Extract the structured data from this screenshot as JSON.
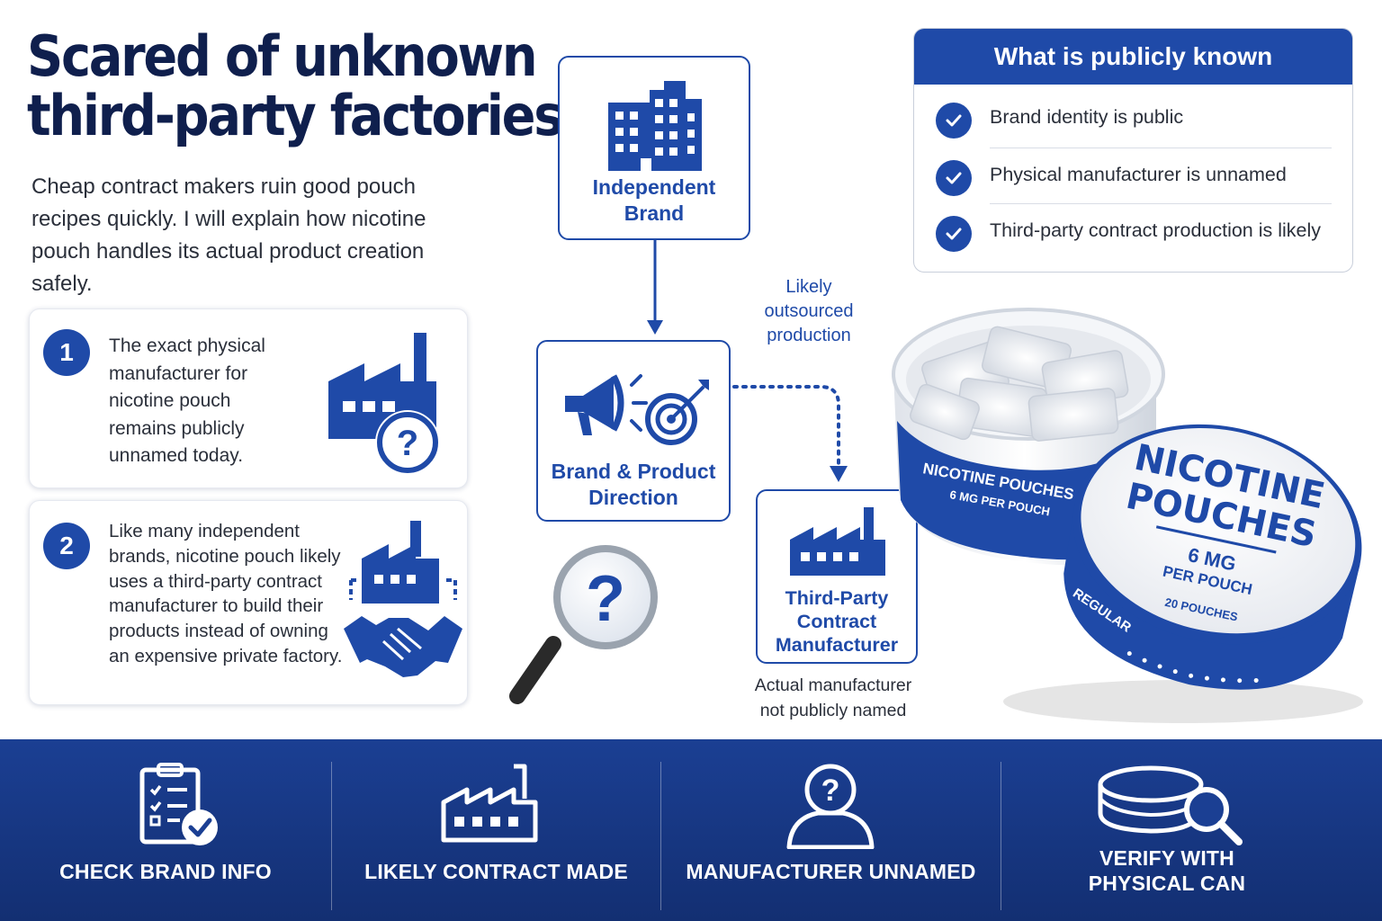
{
  "headline": {
    "line1": "Scared of unknown",
    "line2": "third-party factories?"
  },
  "intro": "Cheap contract makers ruin good pouch recipes quickly. I will explain how nicotine pouch handles its actual product creation safely.",
  "cards": [
    {
      "number": "1",
      "text": "The exact physical manufacturer for nicotine pouch remains publicly unnamed today.",
      "icon": "factory-question-icon"
    },
    {
      "number": "2",
      "text": "Like many independent brands, nicotine pouch likely uses a third-party contract manufacturer to build their products instead of owning an expensive private factory.",
      "icon": "factory-handshake-icon"
    }
  ],
  "flow": {
    "brand_line1": "Independent",
    "brand_line2": "Brand",
    "direction_line1": "Brand & Product",
    "direction_line2": "Direction",
    "outsourced_line1": "Likely",
    "outsourced_line2": "outsourced",
    "outsourced_line3": "production",
    "manufacturer_line1": "Third-Party",
    "manufacturer_line2": "Contract",
    "manufacturer_line3": "Manufacturer",
    "footnote_line1": "Actual manufacturer",
    "footnote_line2": "not publicly named"
  },
  "known": {
    "title": "What is publicly known",
    "items": [
      "Brand identity is public",
      "Physical manufacturer is unnamed",
      "Third-party contract production is likely"
    ]
  },
  "product": {
    "lid_line1": "NICOTINE",
    "lid_line2": "POUCHES",
    "lid_strength": "6 MG",
    "lid_per": "PER POUCH",
    "lid_count": "20 POUCHES",
    "rim_label": "REGULAR",
    "side_line1": "NICOTINE POUCHES",
    "side_line2": "6 MG PER POUCH"
  },
  "bottom": [
    {
      "label_line1": "CHECK BRAND INFO",
      "label_line2": "",
      "icon": "clipboard-check-icon"
    },
    {
      "label_line1": "LIKELY CONTRACT MADE",
      "label_line2": "",
      "icon": "factory-icon"
    },
    {
      "label_line1": "MANUFACTURER UNNAMED",
      "label_line2": "",
      "icon": "unknown-person-icon"
    },
    {
      "label_line1": "VERIFY WITH",
      "label_line2": "PHYSICAL CAN",
      "icon": "can-magnifier-icon"
    }
  ],
  "colors": {
    "brand_blue": "#1f4aa8",
    "headline_navy": "#0f1f4d",
    "bar_top": "#1b3f93",
    "bar_bottom": "#132f72"
  }
}
